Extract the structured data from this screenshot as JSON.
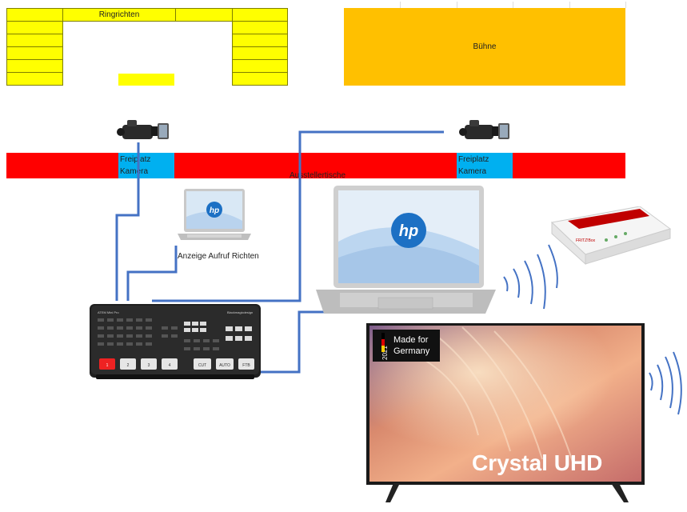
{
  "layout_labels": {
    "ringrichten": "Ringrichten",
    "buehne": "Bühne",
    "ausstellertische": "Ausstellertische",
    "freiplatz_left_line1": "Freiplatz",
    "freiplatz_left_line2": "Kamera",
    "freiplatz_right_line1": "Freiplatz",
    "freiplatz_right_line2": "Kamera",
    "laptop_small_caption": "Anzeige Aufruf Richten"
  },
  "devices": {
    "laptop_logo": "hp",
    "switcher_brand": "ATEM Mini Pro",
    "switcher_brand_right": "Blackmagicdesign",
    "switcher_buttons": [
      "1",
      "2",
      "3",
      "4",
      "CUT",
      "AUTO",
      "FTB"
    ],
    "tv_badge_year": "2021",
    "tv_badge_text_line1": "Made for",
    "tv_badge_text_line2": "Germany",
    "tv_brand_text": "Crystal UHD",
    "router_label": "FRITZ!Box"
  },
  "colors": {
    "yellow": "#ffff00",
    "stage": "#ffc000",
    "table_red": "#ff0000",
    "camera_blue": "#00b0f0",
    "cable_blue": "#4472c4"
  }
}
